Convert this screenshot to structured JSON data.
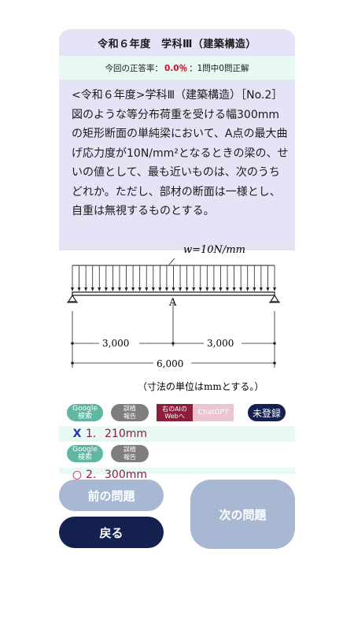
{
  "header": {
    "title": "令和６年度　学科Ⅲ（建築構造）"
  },
  "stats": {
    "prefix": "今回の正答率：",
    "rate": "0.0％",
    "suffix": "：1問中0問正解"
  },
  "question": {
    "text": "<令和６年度>学科Ⅲ（建築構造）［No.2］図のような等分布荷重を受ける幅300mmの矩形断面の単純梁において、A点の最大曲げ応力度が10N/mm²となるときの梁の、せいの値として、最も近いものは、次のうちどれか。ただし、部材の断面は一様とし、自重は無視するものとする。"
  },
  "figure": {
    "load_label": "w=10N/mm",
    "point_label": "A",
    "dim_left": "3,000",
    "dim_right": "3,000",
    "dim_total": "6,000",
    "note": "（寸法の単位はmmとする。）"
  },
  "actions": {
    "google_line1": "Google",
    "google_line2": "検索",
    "report_line1": "誤植",
    "report_line2": "報告",
    "ai_line1": "右のAIの",
    "ai_line2": "Webへ",
    "chatgpt": "ChatGPT",
    "unregistered": "未登録"
  },
  "choices": [
    {
      "mark": "X",
      "number": "1.",
      "text": "210mm"
    },
    {
      "mark": "○",
      "number": "2.",
      "text": "300mm"
    }
  ],
  "buttons": {
    "prev": "前の問題",
    "back": "戻る",
    "next": "次の問題"
  },
  "colors": {
    "title_bg": "#e5e4f7",
    "rate_bg": "#e8f8f2",
    "navy": "#14214f",
    "maroon": "#8e1d3a",
    "teal": "#5eb6a3",
    "light_blue": "#a8b8d3",
    "red": "#c8102e"
  }
}
